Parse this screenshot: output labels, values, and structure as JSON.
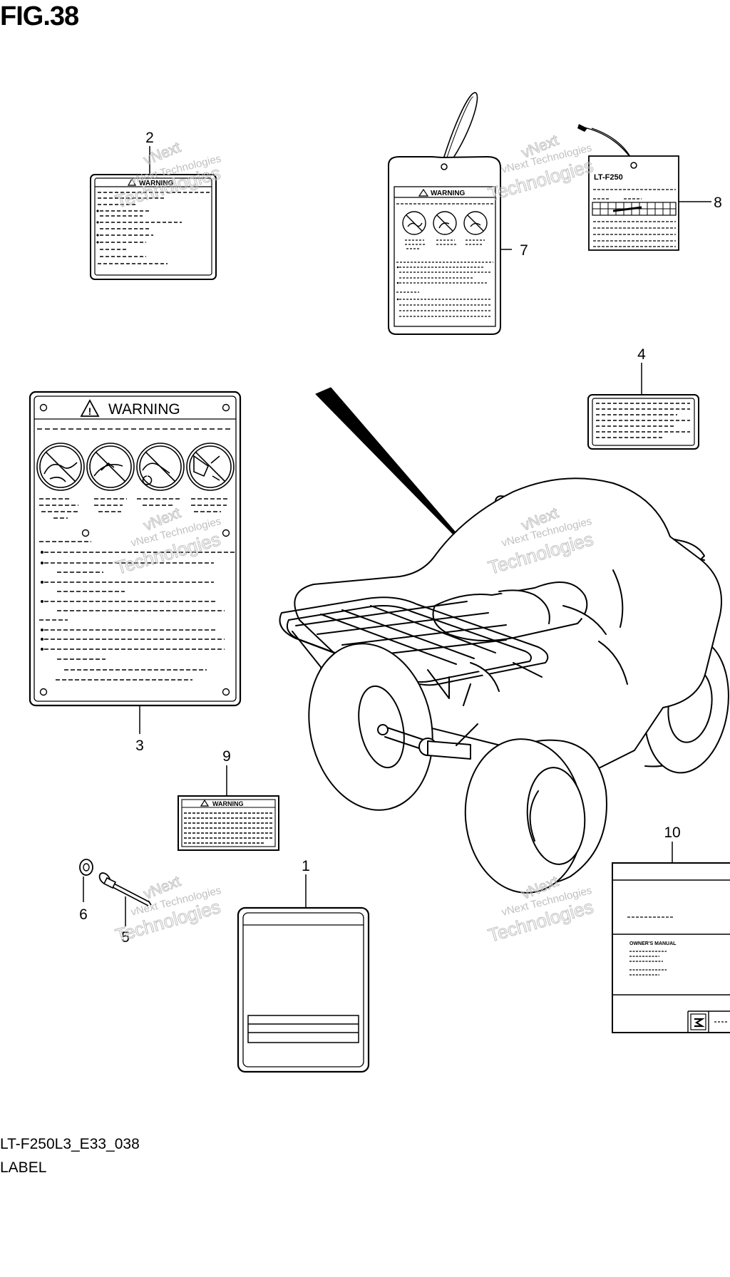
{
  "figure": {
    "title": "FIG.38",
    "code": "LT-F250L3_E33_038",
    "name": "LABEL"
  },
  "labels": {
    "warning": "WARNING",
    "model": "LT-F250",
    "owners_manual": "OWNER'S MANUAL"
  },
  "callouts": [
    {
      "num": "1",
      "part": "label-1"
    },
    {
      "num": "2",
      "part": "warning-label-2"
    },
    {
      "num": "3",
      "part": "warning-label-3"
    },
    {
      "num": "4",
      "part": "label-4"
    },
    {
      "num": "5",
      "part": "rivet-5"
    },
    {
      "num": "6",
      "part": "washer-6"
    },
    {
      "num": "7",
      "part": "warning-tag-7"
    },
    {
      "num": "8",
      "part": "model-tag-8"
    },
    {
      "num": "9",
      "part": "warning-label-9"
    },
    {
      "num": "10",
      "part": "owners-manual-10"
    }
  ],
  "watermark": {
    "line1": "vNext Technologies",
    "line2": "vNext",
    "line3": "Technologies"
  },
  "colors": {
    "ink": "#000000",
    "watermark": "#b8b8b8"
  }
}
